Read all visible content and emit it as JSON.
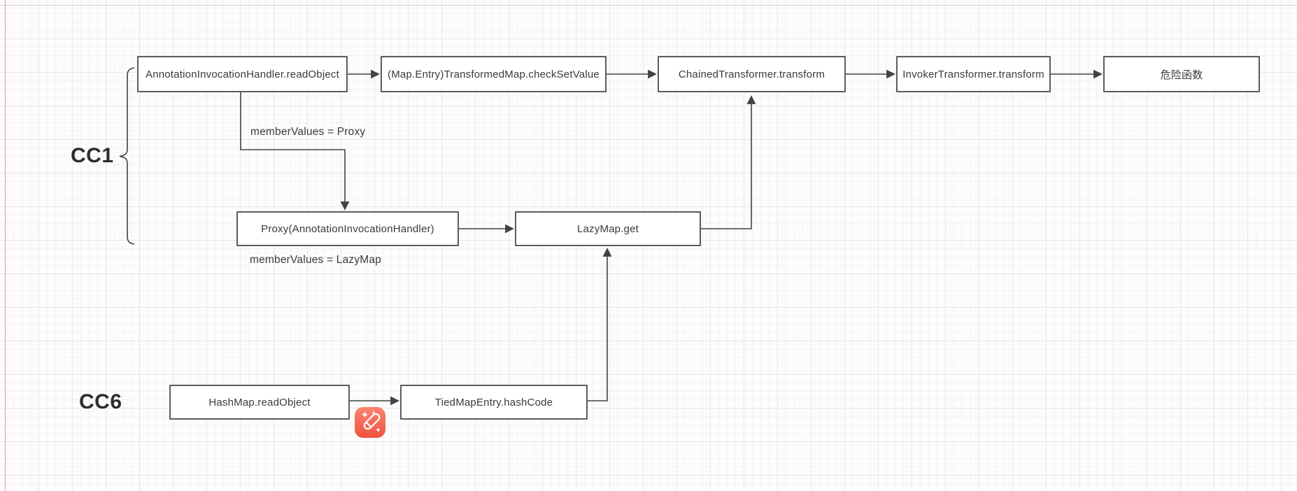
{
  "canvas": {
    "type": "flowchart-grid-canvas",
    "grid_minor_color": "#f2f2f5",
    "grid_major_color": "#e7e7ec",
    "page_origin_line_color": "#e08b96"
  },
  "colors": {
    "node_fill": "#ffffff",
    "node_border": "#5c5c5c",
    "node_text": "#3a3a3a",
    "connector": "#424242",
    "group_label_text": "#2d2d2d",
    "magic_icon_top": "#FB8471",
    "magic_icon_bottom": "#F0513F"
  },
  "groups": {
    "cc1": {
      "label": "CC1"
    },
    "cc6": {
      "label": "CC6"
    }
  },
  "nodes": [
    {
      "id": "annotationinvocationhandler-readobject",
      "label": "AnnotationInvocationHandler.readObject"
    },
    {
      "id": "transformedmap-checksetvalue",
      "label": "(Map.Entry)TransformedMap.checkSetValue"
    },
    {
      "id": "chainedtransformer-transform",
      "label": "ChainedTransformer.transform"
    },
    {
      "id": "invokertransformer-transform",
      "label": "InvokerTransformer.transform"
    },
    {
      "id": "dangerous-function",
      "label": "危险函数"
    },
    {
      "id": "proxy-annotationinvocationhandler",
      "label": "Proxy(AnnotationInvocationHandler)"
    },
    {
      "id": "lazymap-get",
      "label": "LazyMap.get"
    },
    {
      "id": "hashmap-readobject",
      "label": "HashMap.readObject"
    },
    {
      "id": "tiedmapentry-hashcode",
      "label": "TiedMapEntry.hashCode"
    }
  ],
  "edge_labels": [
    {
      "text": "memberValues = Proxy"
    },
    {
      "text": "memberValues = LazyMap"
    }
  ],
  "icons": {
    "magic_pen": {
      "name": "magic-pen-icon",
      "style": "coral rounded square with white pen and sparkles"
    }
  }
}
